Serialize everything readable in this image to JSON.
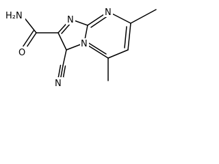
{
  "molecule": {
    "atoms": {
      "amide_n": "H₂N",
      "carbonyl_o": "O",
      "nitrile_n": "N",
      "imidazole_n": "N",
      "pyrimidine_n": "N",
      "bridgehead_n": "N"
    }
  }
}
